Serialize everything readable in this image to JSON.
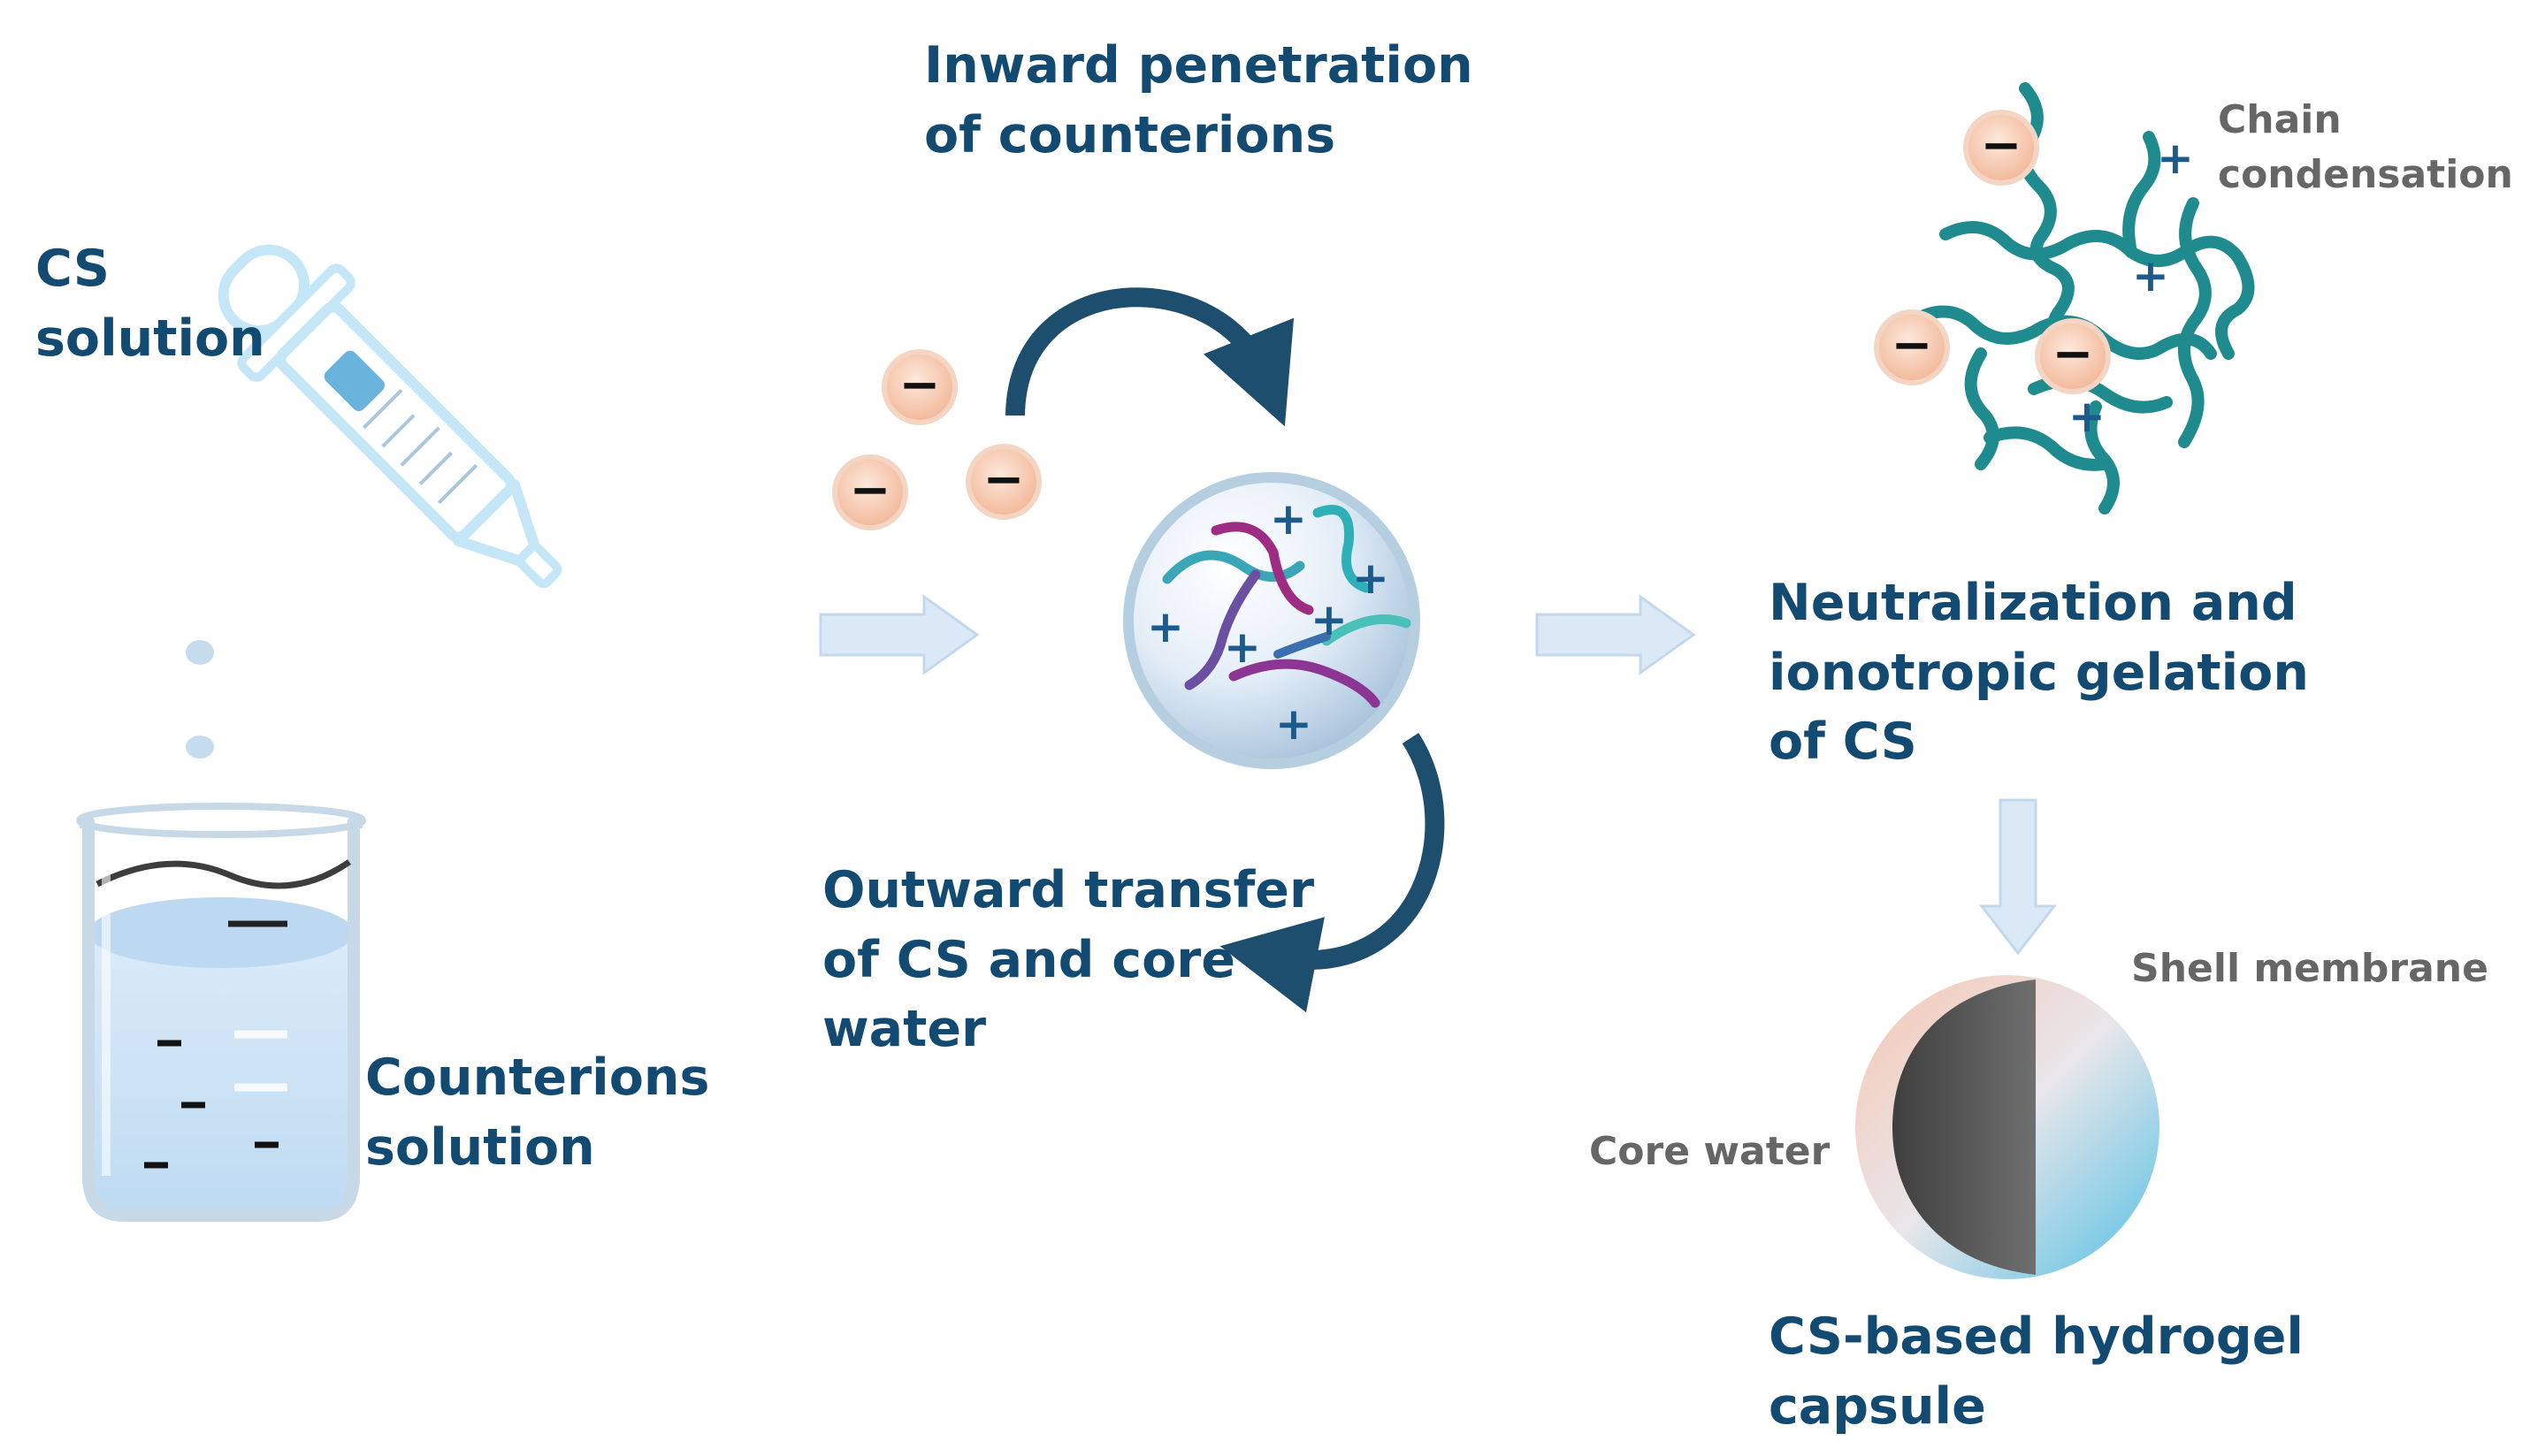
{
  "labels": {
    "cs_solution": [
      "CS",
      "solution"
    ],
    "counterions_solution": [
      "Counterions",
      "solution"
    ],
    "inward": [
      "Inward penetration",
      "of counterions"
    ],
    "outward": [
      "Outward transfer",
      "of CS and core",
      "water"
    ],
    "neutralization": [
      "Neutralization and",
      "ionotropic gelation",
      "of CS"
    ],
    "chain_condensation": [
      "Chain",
      "condensation"
    ],
    "shell_membrane": "Shell membrane",
    "core_water": "Core water",
    "capsule": [
      "CS-based hydrogel",
      "capsule"
    ]
  },
  "symbols": {
    "minus": "−",
    "plus": "+"
  },
  "colors": {
    "label_blue": "#124a72",
    "label_gray": "#666666",
    "curved_arrow": "#1d4e6e",
    "flow_arrow": "#dbe9f7",
    "ion_fill": "#f6c6ad",
    "plus_sign": "#1c5a8c",
    "chain": "#1f8b8e"
  },
  "icons": [
    "pipette-icon",
    "beaker-icon",
    "droplet-icon",
    "curved-arrow-icon",
    "flow-arrow-icon",
    "polymer-network-icon",
    "capsule-icon"
  ]
}
